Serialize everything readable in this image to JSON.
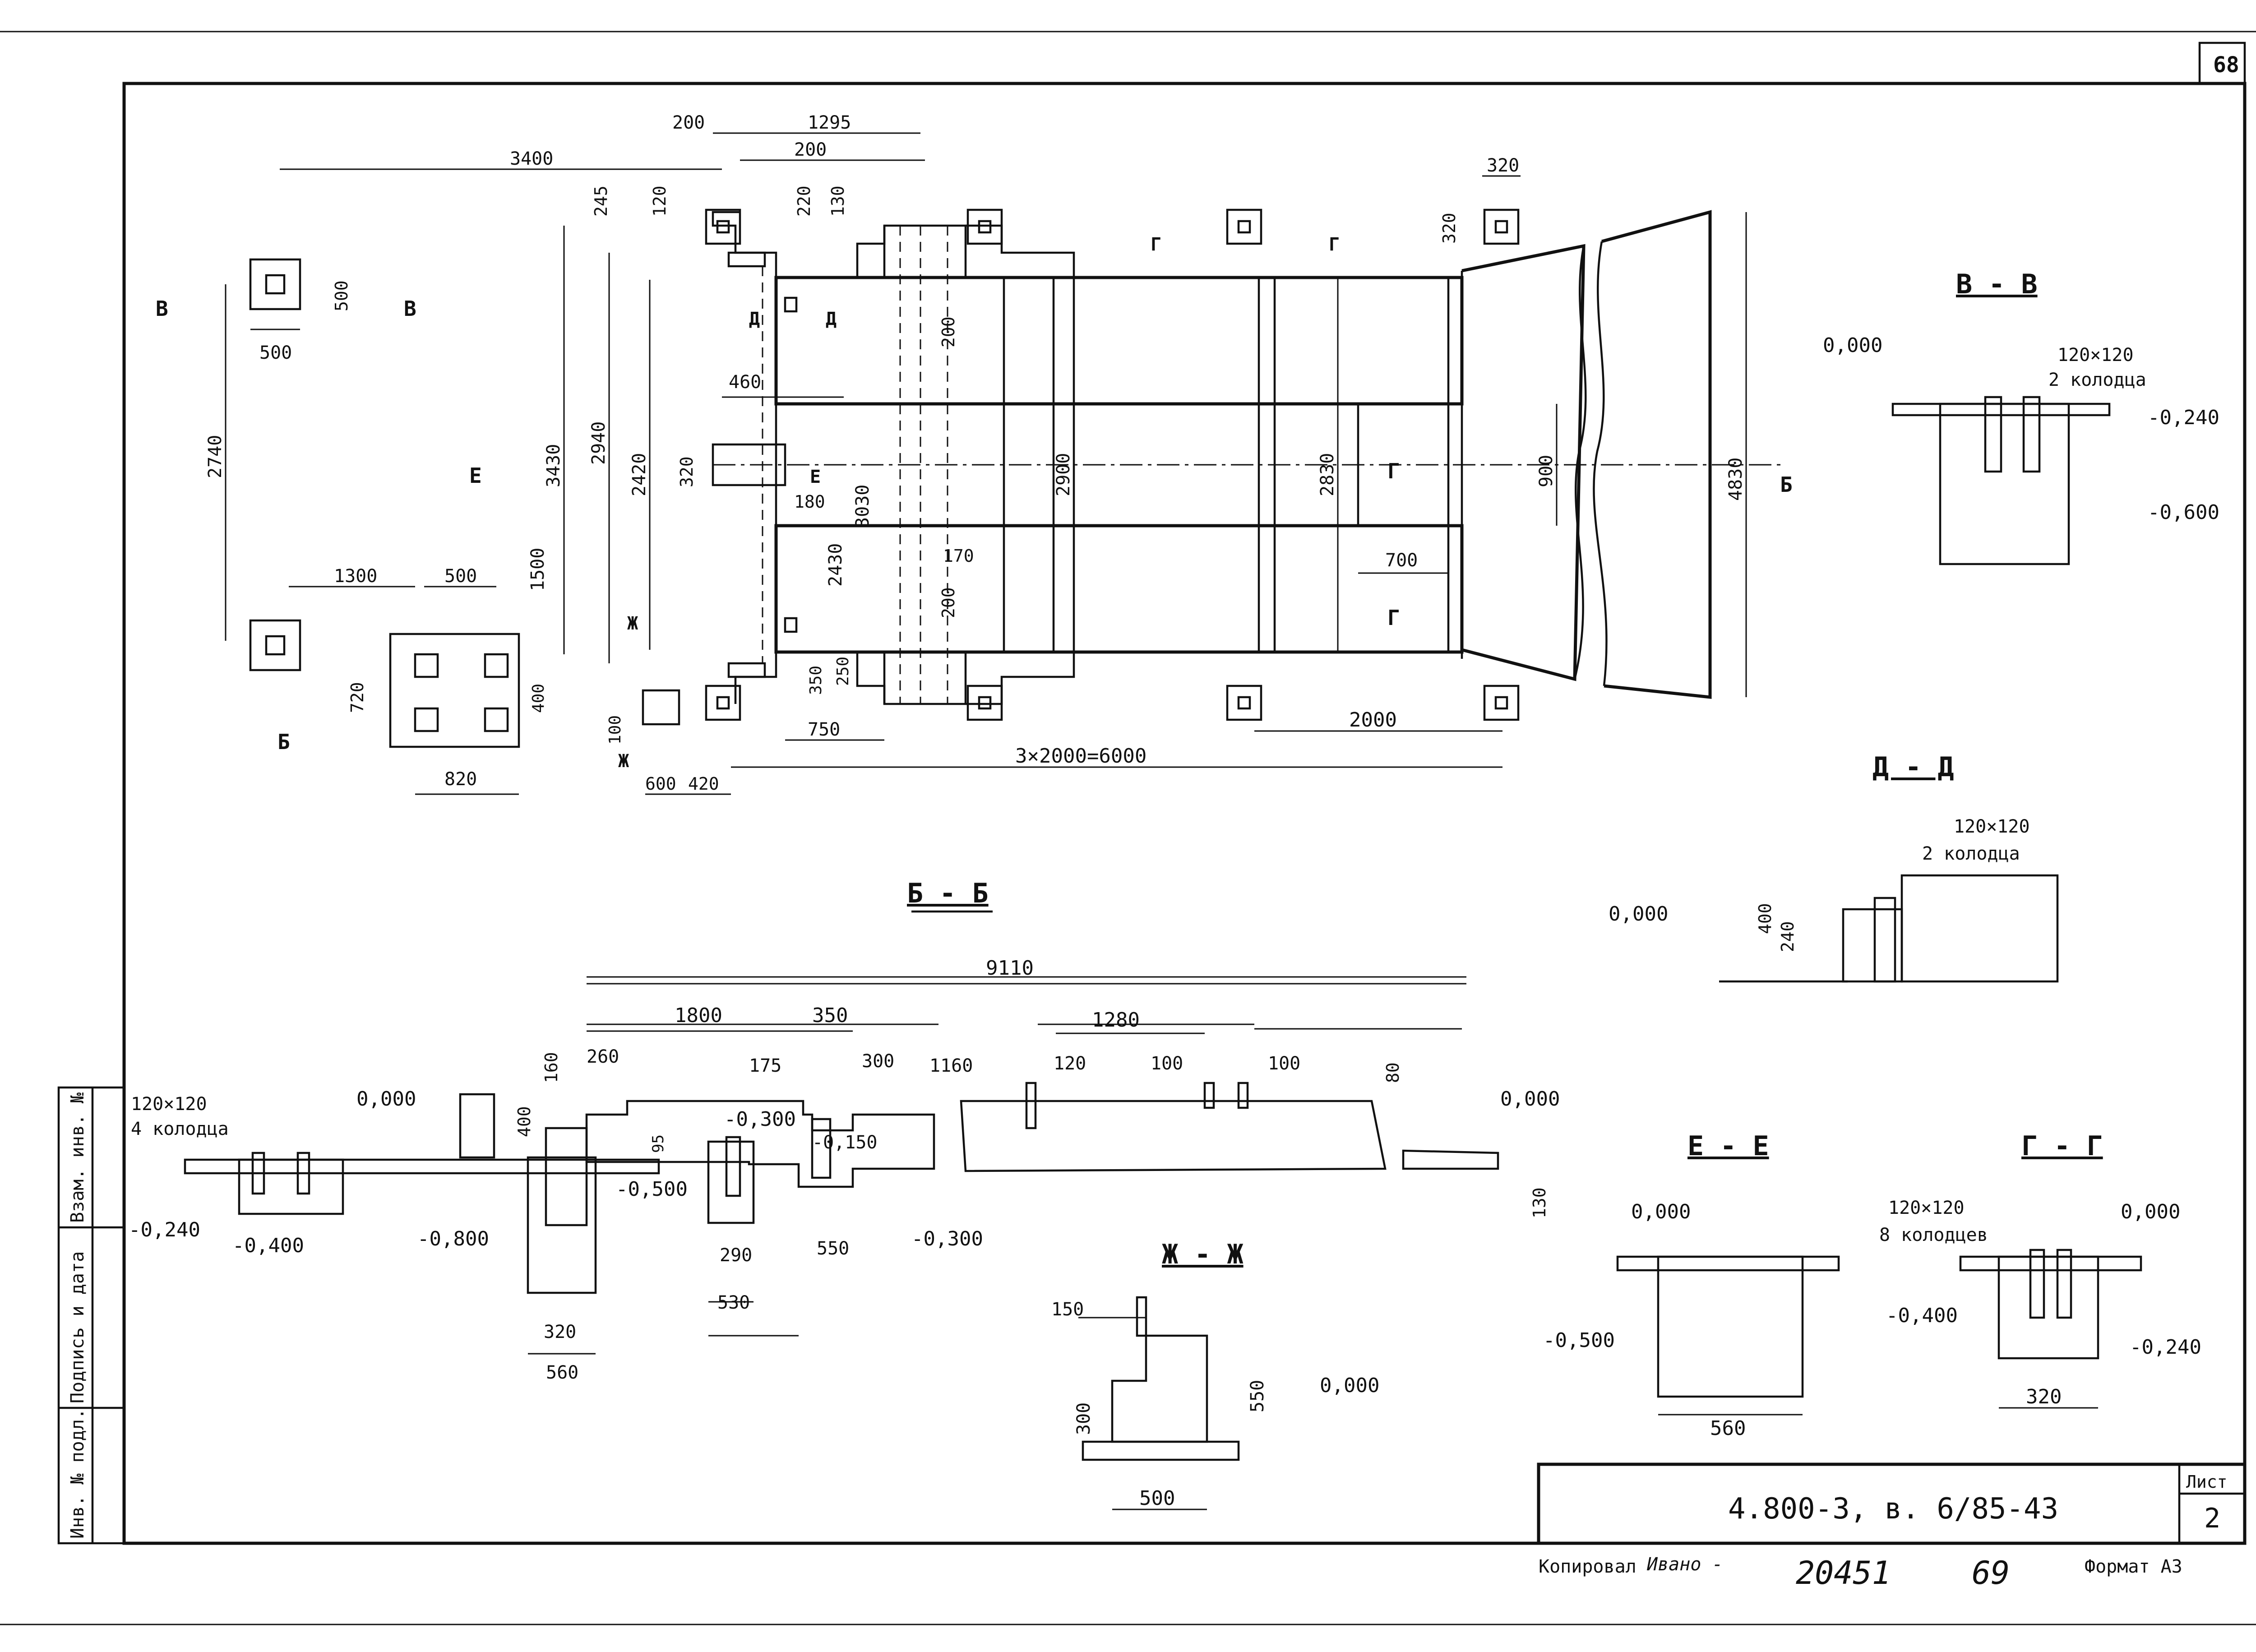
{
  "sheet": {
    "number_top": "68",
    "list_label": "Лист",
    "list_number": "2",
    "code": "4.800-3, в. 6/85-43",
    "copied_label": "Копировал",
    "copied_sign": "Ивано -",
    "stamp_number": "20451",
    "stamp_page": "69",
    "format": "Формат А3",
    "side_stamp": [
      "Инв. № подл.",
      "Подпись и дата",
      "Взам. инв. №"
    ]
  },
  "plan": {
    "dims_top": [
      "200",
      "1295",
      "200",
      "3400",
      "320"
    ],
    "dims_vertical": [
      "245",
      "120",
      "220",
      "130",
      "320",
      "500",
      "2740",
      "3430",
      "2940",
      "2420",
      "320",
      "3030",
      "2430",
      "1500",
      "200",
      "200",
      "2900",
      "2830",
      "900",
      "4830",
      "720",
      "400",
      "350",
      "250",
      "100"
    ],
    "dims_horizontal": [
      "500",
      "460",
      "180",
      "170",
      "700",
      "1300",
      "500",
      "820",
      "600",
      "420",
      "750",
      "2000",
      "3×2000=6000"
    ],
    "section_marks": [
      "В",
      "В",
      "Д",
      "Д",
      "Г",
      "Г",
      "Г",
      "Г",
      "Е",
      "Е",
      "Б",
      "Б",
      "Ж",
      "Ж"
    ]
  },
  "sections": {
    "bb": {
      "title": "Б - Б",
      "dims": [
        "9110",
        "1800",
        "350",
        "1280",
        "260",
        "175",
        "300",
        "1160",
        "120",
        "100",
        "100",
        "160",
        "400",
        "95",
        "80",
        "130",
        "320",
        "560",
        "290",
        "530",
        "550"
      ],
      "callouts": [
        "120×120",
        "4 колодца"
      ],
      "levels": [
        "0,000",
        "-0,240",
        "-0,400",
        "-0,800",
        "-0,500",
        "-0,300",
        "-0,150",
        "-0,300",
        "0,000"
      ]
    },
    "vv": {
      "title": "В - В",
      "callouts": [
        "120×120",
        "2 колодца"
      ],
      "levels": [
        "0,000",
        "-0,240",
        "-0,600"
      ]
    },
    "dd": {
      "title": "Д - Д",
      "callouts": [
        "120×120",
        "2 колодца"
      ],
      "dims": [
        "400",
        "240"
      ],
      "levels": [
        "0,000"
      ]
    },
    "ee": {
      "title": "Е - Е",
      "dims": [
        "560"
      ],
      "levels": [
        "0,000",
        "-0,500"
      ]
    },
    "gg": {
      "title": "Г - Г",
      "callouts": [
        "120×120",
        "8 колодцев"
      ],
      "dims": [
        "320"
      ],
      "levels": [
        "0,000",
        "-0,400",
        "-0,240"
      ]
    },
    "zz": {
      "title": "Ж - Ж",
      "dims": [
        "150",
        "300",
        "550",
        "500"
      ],
      "levels": [
        "0,000"
      ]
    }
  }
}
